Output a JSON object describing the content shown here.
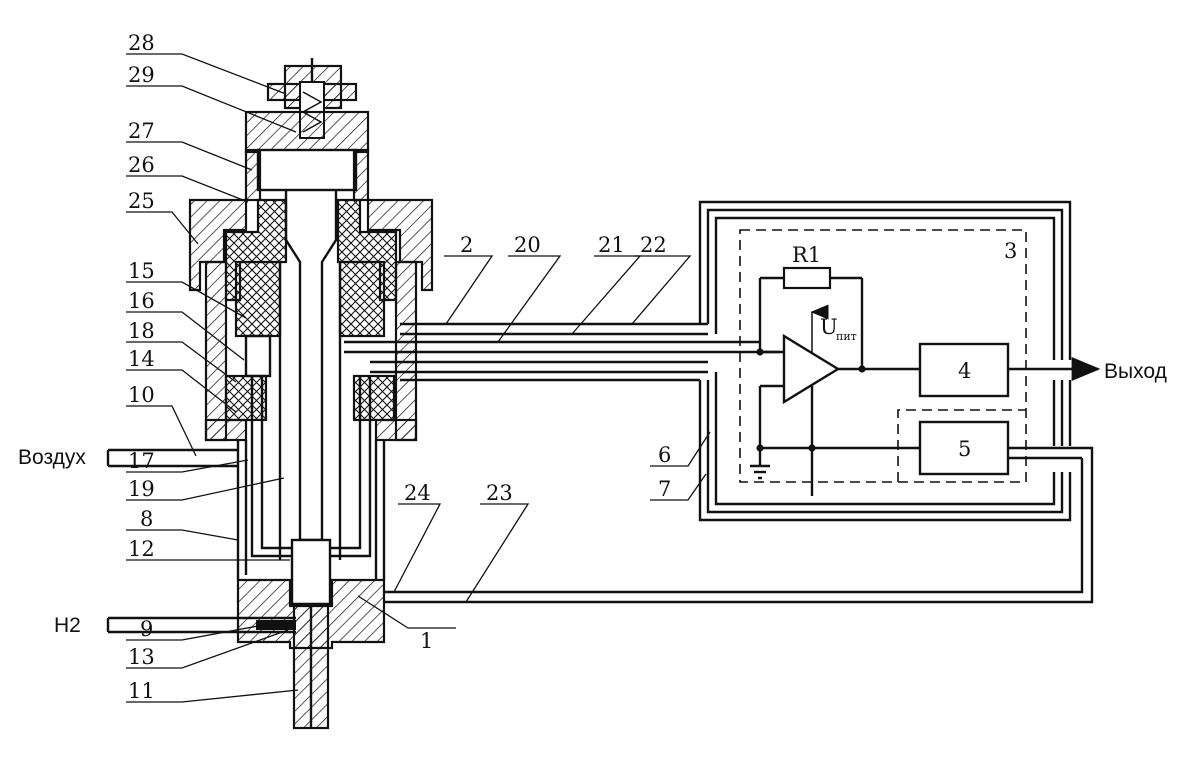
{
  "labels": {
    "l28": "28",
    "l29": "29",
    "l27": "27",
    "l26": "26",
    "l25": "25",
    "l15": "15",
    "l16": "16",
    "l18": "18",
    "l14": "14",
    "l10": "10",
    "l17": "17",
    "l19": "19",
    "l8": "8",
    "l12": "12",
    "l9": "9",
    "l13": "13",
    "l11": "11",
    "l1": "1",
    "l24": "24",
    "l23": "23",
    "l2": "2",
    "l20": "20",
    "l21": "21",
    "l22": "22",
    "l3": "3",
    "l6": "6",
    "l7": "7",
    "l4": "4",
    "l5": "5"
  },
  "inputs": {
    "air": "Воздух",
    "h2": "H2"
  },
  "output": "Выход",
  "circuit": {
    "resistor": "R1",
    "supply_u": "U",
    "supply_sub": "пит"
  }
}
